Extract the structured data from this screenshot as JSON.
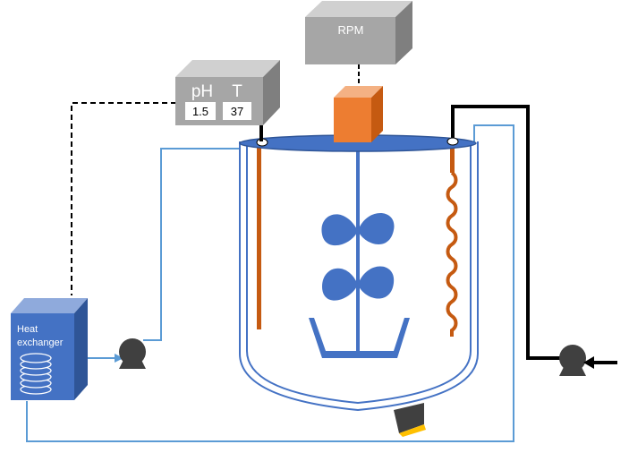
{
  "rpm_box": {
    "label": "RPM"
  },
  "sensor_box": {
    "ph_label": "pH",
    "temp_label": "T",
    "ph_value": "1.5",
    "temp_value": "37"
  },
  "heat_exchanger": {
    "line1": "Heat",
    "line2": "exchanger"
  },
  "colors": {
    "vessel_blue": "#4472c4",
    "vessel_fill": "#ffffff",
    "line_blue": "#5b9bd5",
    "box_gray": "#a6a6a6",
    "box_gray_dark": "#7f7f7f",
    "motor_orange": "#ed7d31",
    "probe_orange": "#c55a11",
    "pump_dark": "#404040",
    "black": "#000000",
    "valve_yellow": "#ffc000"
  }
}
